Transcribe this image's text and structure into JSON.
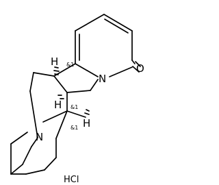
{
  "molecule": {
    "atoms": {
      "n_pyridone": "N",
      "o_carbonyl": "O",
      "n_quinolizidine": "N",
      "h_top": "H",
      "h_mid": "H",
      "h_bottom": "H"
    },
    "stereo_labels": {
      "c7": "&1",
      "c9": "&1",
      "c11": "&1"
    },
    "salt": "HCl"
  },
  "colors": {
    "bond": "#000000",
    "text": "#000000",
    "background": "#ffffff"
  }
}
